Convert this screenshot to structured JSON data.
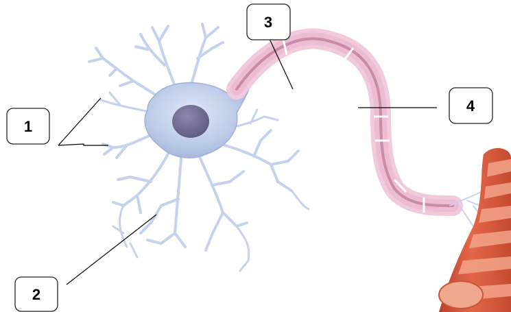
{
  "labels": [
    {
      "id": "1",
      "text": "1"
    },
    {
      "id": "2",
      "text": "2"
    },
    {
      "id": "3",
      "text": "3"
    },
    {
      "id": "4",
      "text": "4"
    }
  ],
  "colors": {
    "cell_body": "#b8c8e6",
    "nucleus": "#6f6b92",
    "dendrite": "#c9d6ee",
    "axon_sheath": "#f1c9dc",
    "axon_core": "#d99cba",
    "muscle_fiber": "#d8553a",
    "muscle_band": "#f3a489",
    "label_border": "#222222"
  },
  "icons": [
    "neuron-illustration",
    "muscle-fiber-illustration"
  ]
}
